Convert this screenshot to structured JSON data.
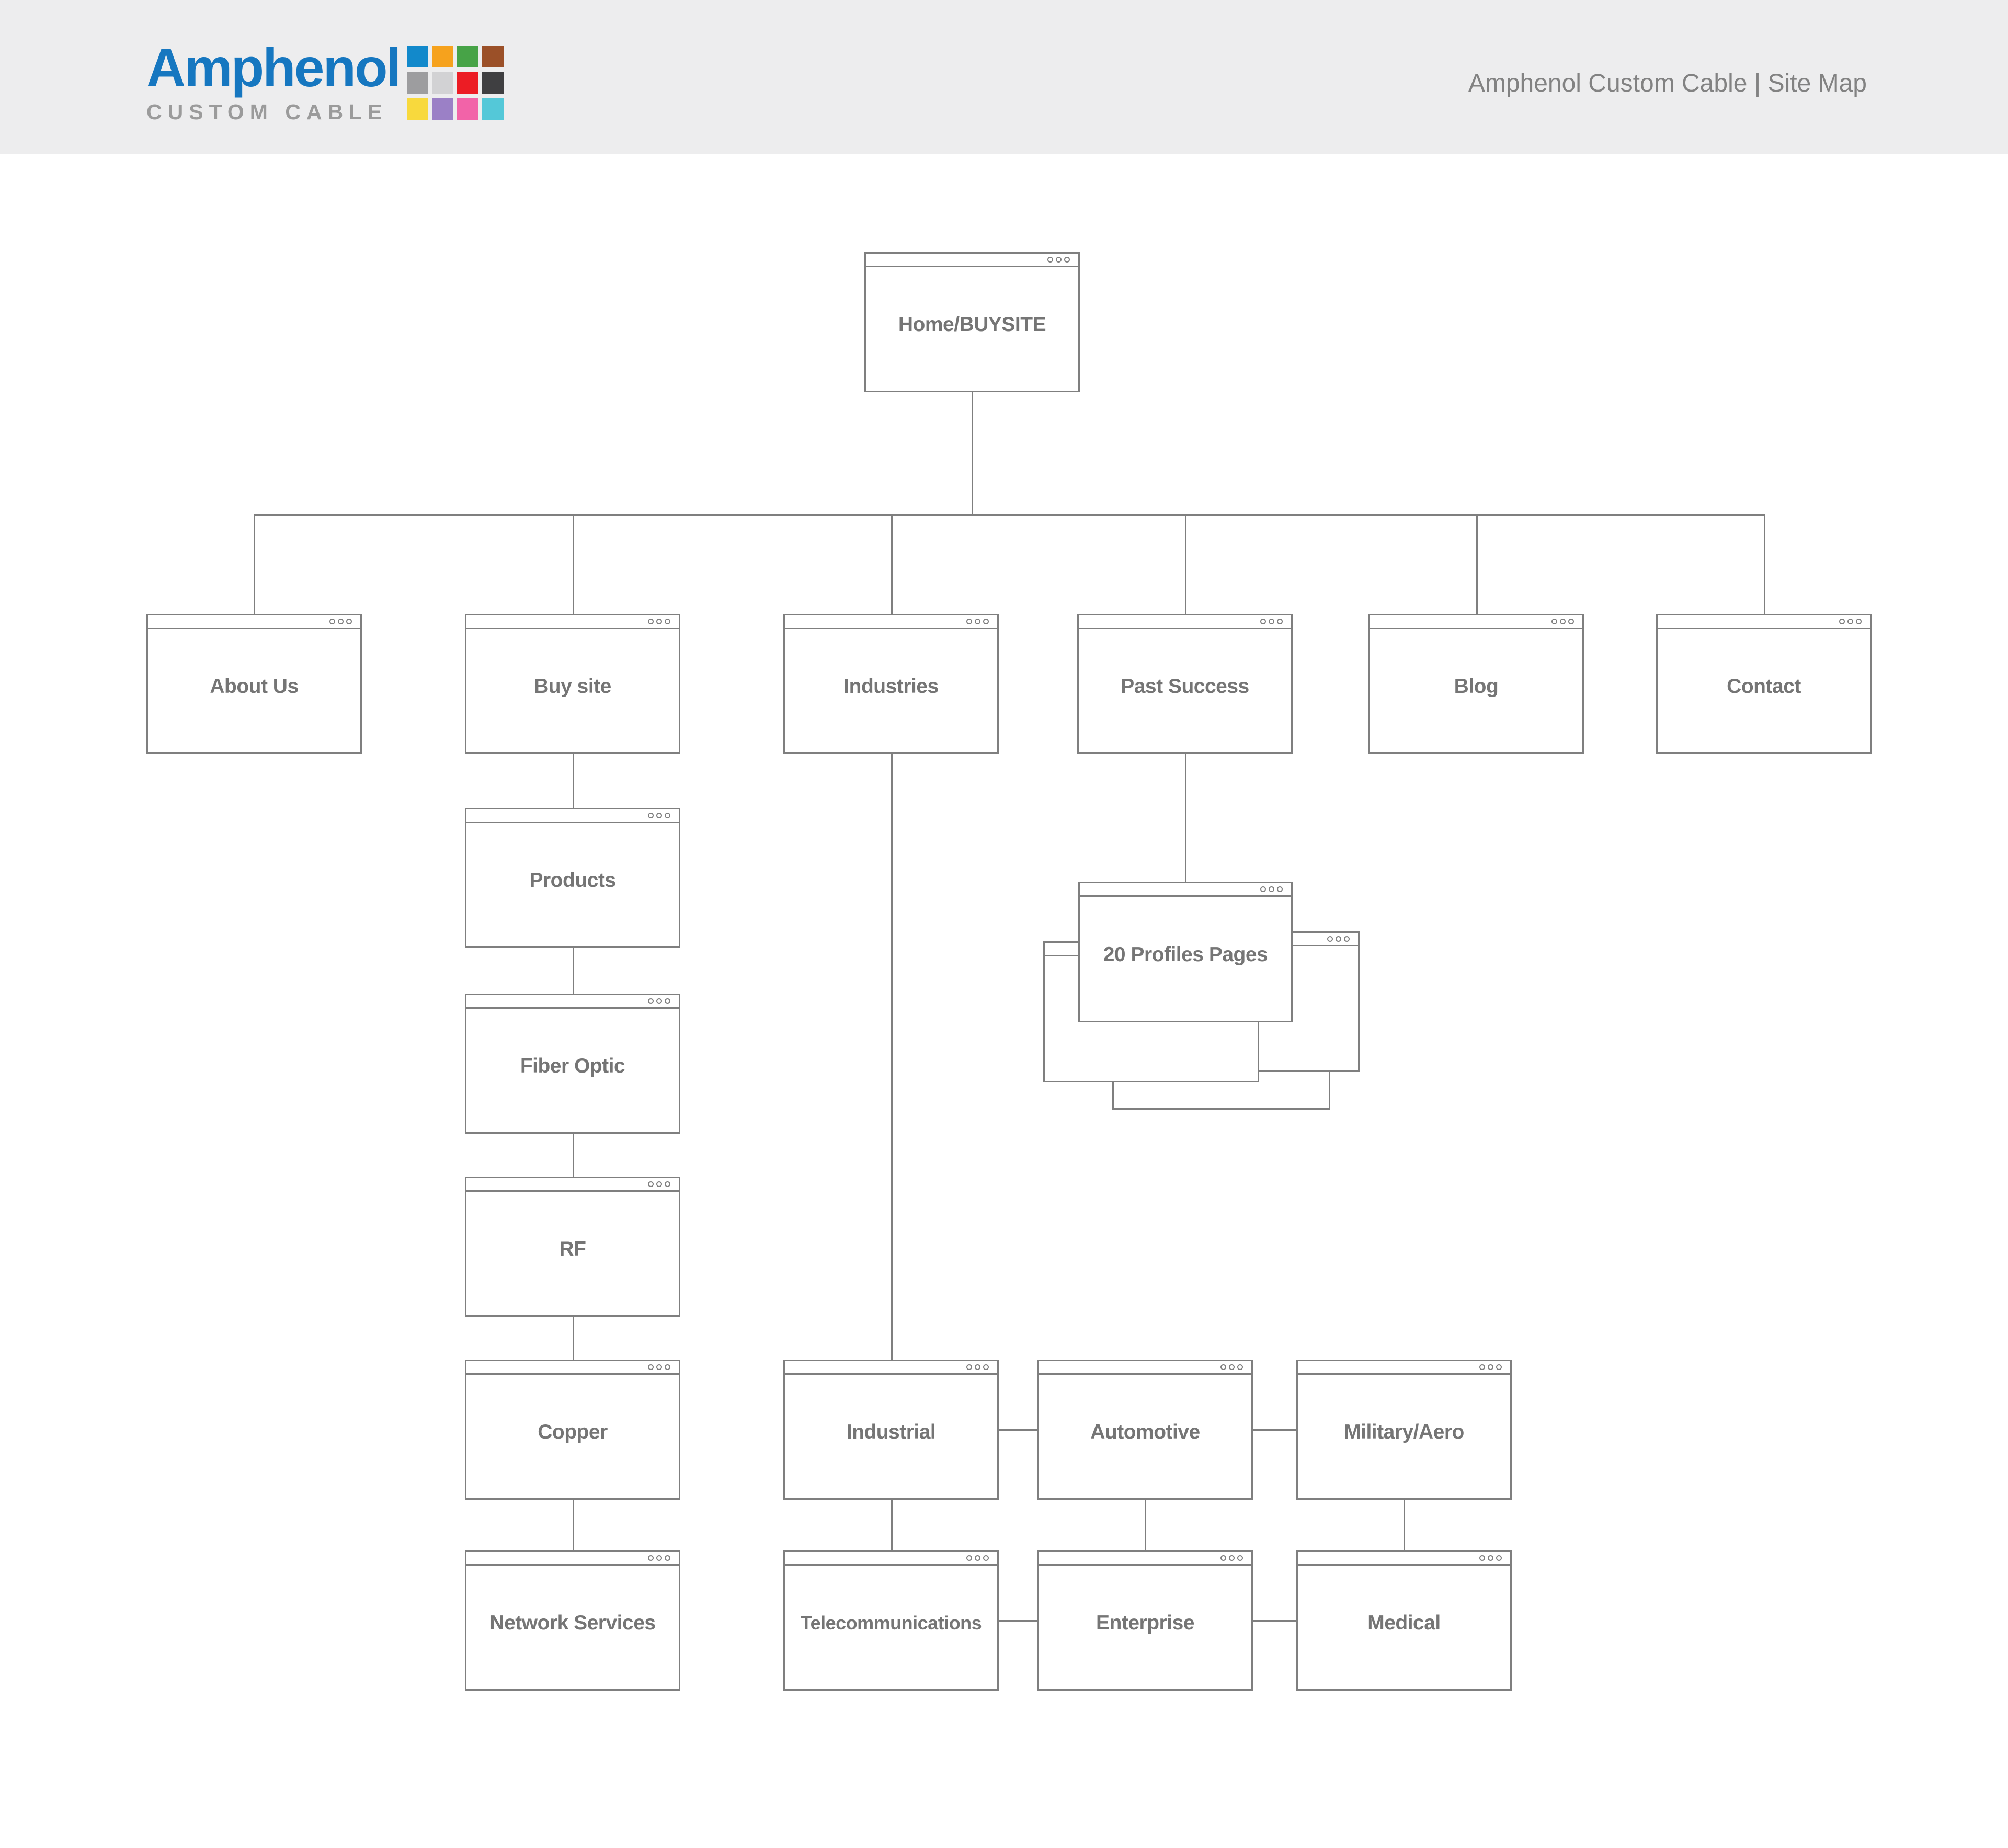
{
  "header": {
    "logo": {
      "brand": "Amphenol",
      "subtitle": "CUSTOM CABLE",
      "brand_color": "#1677c0",
      "subtitle_color": "#9b9b9b",
      "swatch_colors": [
        "#1289cb",
        "#f6a21d",
        "#47a347",
        "#9b5028",
        "#9d9d9f",
        "#d2d2d4",
        "#ec1c24",
        "#3f3f41",
        "#f8d93d",
        "#9b80c6",
        "#f263a8",
        "#54c8d8"
      ]
    },
    "title": "Amphenol Custom Cable | Site Map"
  },
  "diagram": {
    "style": {
      "header_bg": "#ededee",
      "window_border_color": "#7f7f7f",
      "label_color": "#757575",
      "line_color": "#7f7f7f"
    },
    "nodes": {
      "home": {
        "label": "Home/BUYSITE"
      },
      "about_us": {
        "label": "About Us"
      },
      "buy_site": {
        "label": "Buy site"
      },
      "industries": {
        "label": "Industries"
      },
      "past_success": {
        "label": "Past Success"
      },
      "blog": {
        "label": "Blog"
      },
      "contact": {
        "label": "Contact"
      },
      "products": {
        "label": "Products"
      },
      "fiber_optic": {
        "label": "Fiber Optic"
      },
      "rf": {
        "label": "RF"
      },
      "copper": {
        "label": "Copper"
      },
      "network_services": {
        "label": "Network Services"
      },
      "profiles": {
        "label": "20 Profiles Pages"
      },
      "industrial": {
        "label": "Industrial"
      },
      "automotive": {
        "label": "Automotive"
      },
      "military_aero": {
        "label": "Military/Aero"
      },
      "telecommunications": {
        "label": "Telecommunications"
      },
      "enterprise": {
        "label": "Enterprise"
      },
      "medical": {
        "label": "Medical"
      }
    }
  }
}
